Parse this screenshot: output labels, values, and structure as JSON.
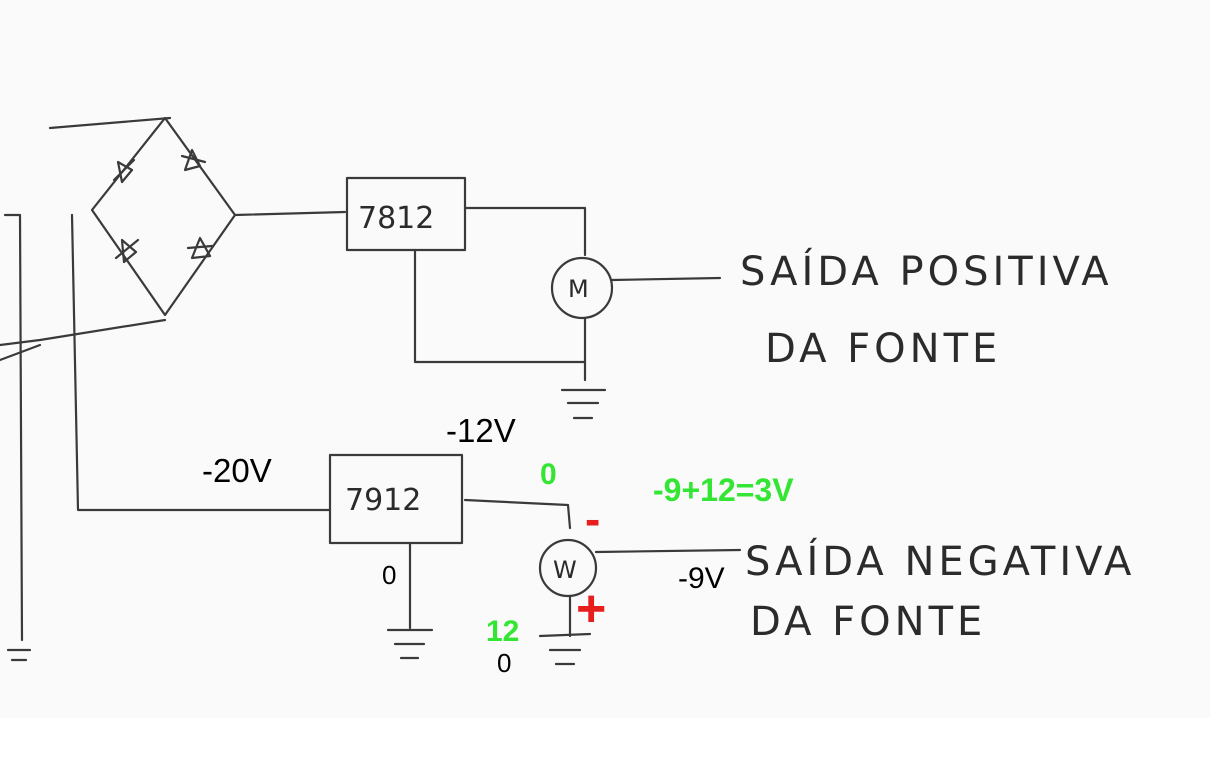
{
  "regulators": {
    "positive": "7812",
    "negative": "7912"
  },
  "components": {
    "motor_label": "M",
    "meter_label": "W"
  },
  "outputs": {
    "positive_line1": "SAÍDA POSITIVA",
    "positive_line2": "DA FONTE",
    "negative_line1": "SAÍDA NEGATIVA",
    "negative_line2": "DA FONTE"
  },
  "annotations": {
    "in_voltage": "-20V",
    "reg_out_voltage": "-12V",
    "reg_gnd": "0",
    "meter_top": "0",
    "calc": "-9+12=3V",
    "minus_sign": "-",
    "plus_sign": "+",
    "out_voltage": "-9V",
    "bottom_green": "12",
    "bottom_zero": "0"
  },
  "colors": {
    "ink": "#3a3a3a",
    "green": "#33e633",
    "red": "#e61e1e",
    "paper": "#fafafa"
  }
}
